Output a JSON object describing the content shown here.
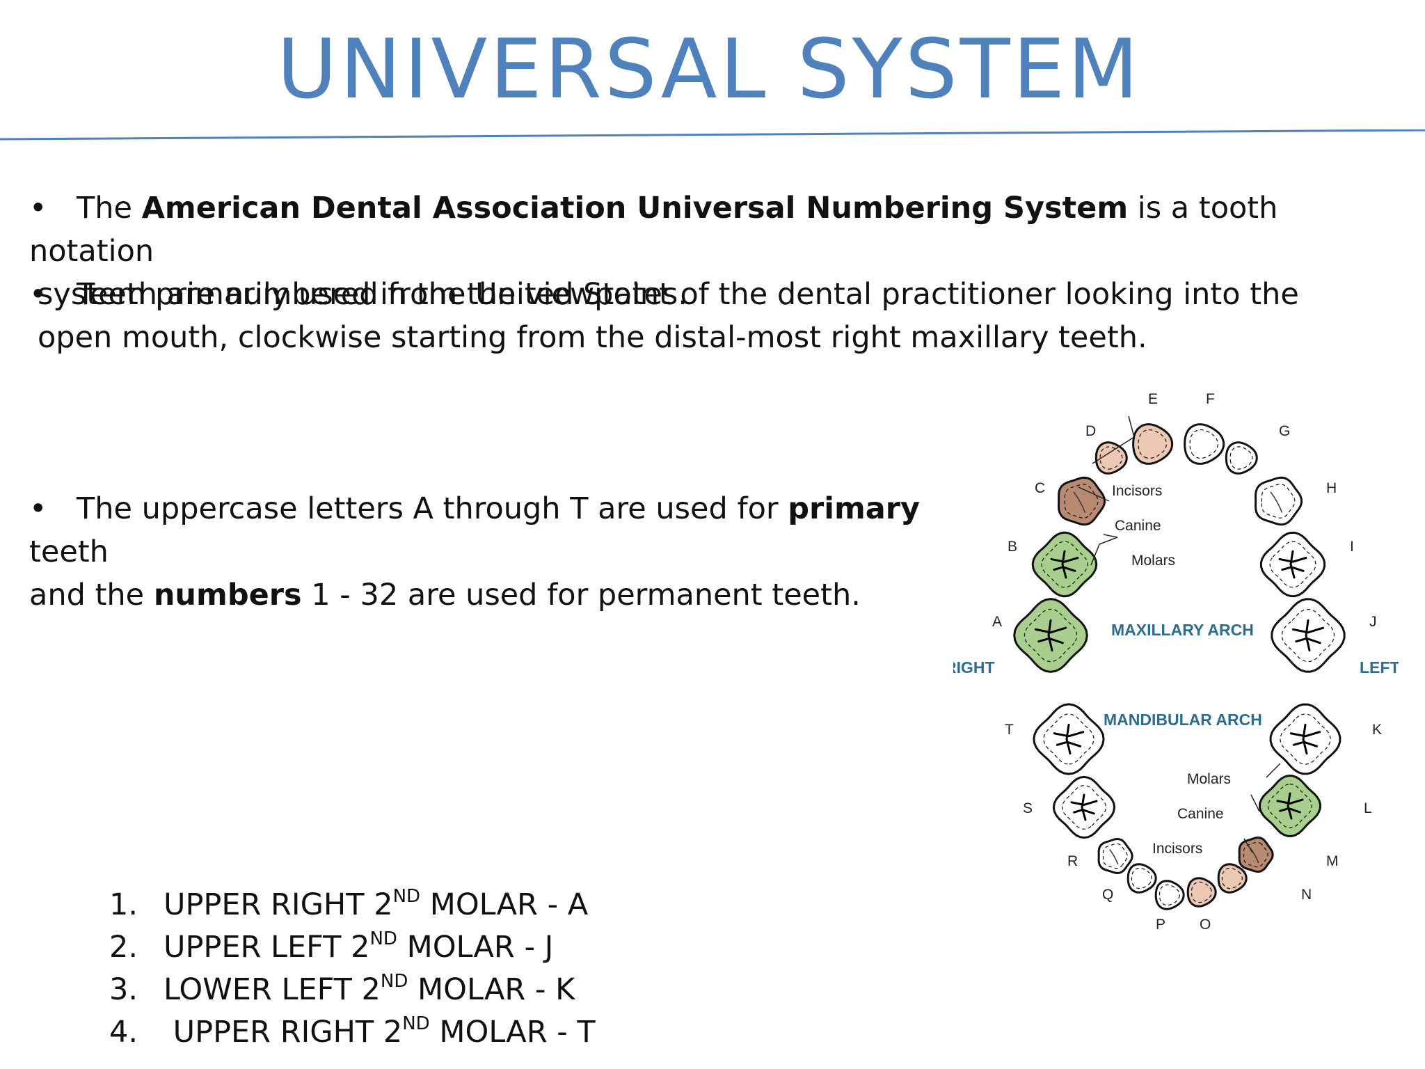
{
  "title": "UNIVERSAL SYSTEM",
  "bullets": {
    "b1": {
      "pre": "The ",
      "bold": "American Dental Association Universal Numbering System",
      "post": " is a tooth notation",
      "line2": "system primarily used in the United States."
    },
    "b2": {
      "line1": "Teeth are numbered from the viewpoint of the dental practitioner looking into the",
      "line2": "open mouth, clockwise starting from the distal-most right maxillary teeth."
    },
    "b3": {
      "pre": "The uppercase letters A through T are used for ",
      "bold1": "primary",
      "mid": " teeth",
      "line2_pre": "and the ",
      "bold2": "numbers",
      "line2_post": " 1 - 32 are used for permanent teeth."
    },
    "bullet_char": "•"
  },
  "answers": [
    {
      "num": "1.",
      "pre": "UPPER RIGHT 2",
      "sup": "ND",
      "post": " MOLAR -   A"
    },
    {
      "num": "2.",
      "pre": "UPPER LEFT 2",
      "sup": "ND",
      "post": " MOLAR -  J"
    },
    {
      "num": "3.",
      "pre": "LOWER LEFT 2",
      "sup": "ND",
      "post": " MOLAR -  K"
    },
    {
      "num": "4.",
      "pre": " UPPER RIGHT 2",
      "sup": "ND",
      "post": " MOLAR -  T"
    }
  ],
  "diagram": {
    "maxillary_caption": "MAXILLARY ARCH",
    "mandibular_caption": "MANDIBULAR ARCH",
    "side_right": "RIGHT",
    "side_left": "LEFT",
    "upper_annotations": {
      "incisors": "Incisors",
      "canine": "Canine",
      "molars": "Molars"
    },
    "lower_annotations": {
      "molars": "Molars",
      "canine": "Canine",
      "incisors": "Incisors"
    },
    "letters": [
      "A",
      "B",
      "C",
      "D",
      "E",
      "F",
      "G",
      "H",
      "I",
      "J",
      "K",
      "L",
      "M",
      "N",
      "O",
      "P",
      "Q",
      "R",
      "S",
      "T"
    ],
    "colors": {
      "molar_fill": "#a8cf8e",
      "canine_fill": "#b88a72",
      "incisor_fill": "#ecc8b5",
      "outline": "#111111",
      "caption": "#2b6c8f",
      "title": "#4f81bd"
    }
  }
}
